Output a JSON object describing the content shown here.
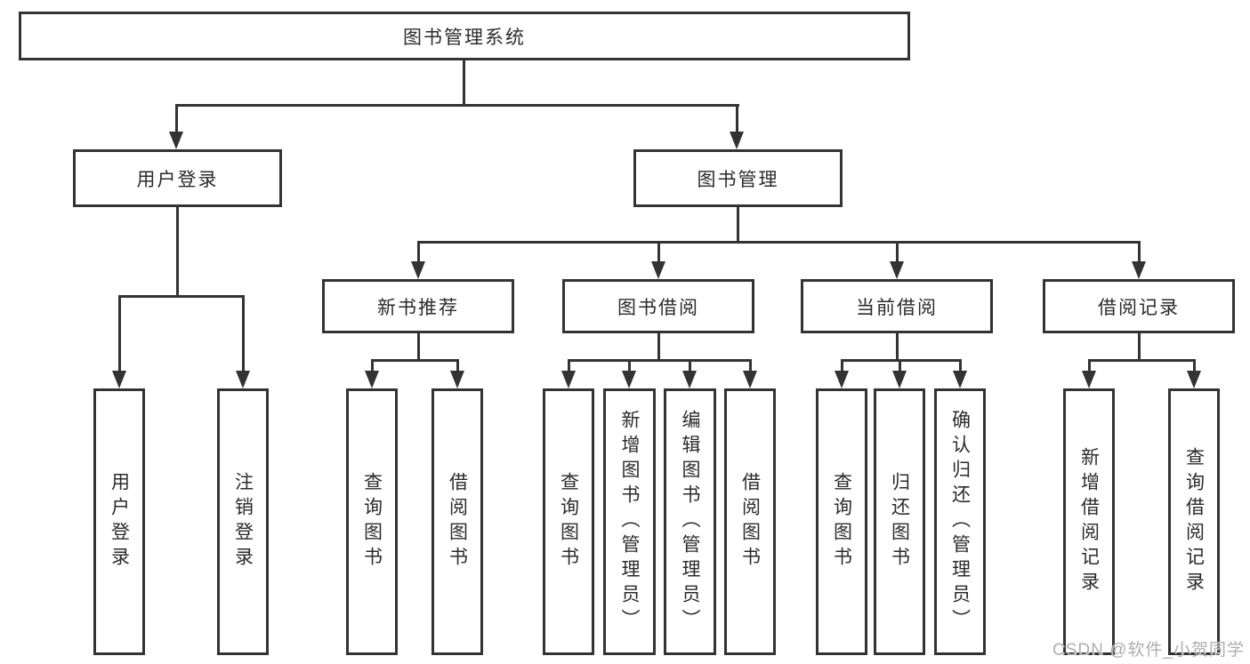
{
  "style": {
    "line_color": "#333333",
    "text_color": "#2b2b2b",
    "background_color": "#ffffff",
    "watermark_color": "#aeaeae"
  },
  "tree": {
    "root": {
      "label": "图书管理系统",
      "children": [
        {
          "label": "用户登录",
          "children": [
            {
              "label": "用户登录"
            },
            {
              "label": "注销登录"
            }
          ]
        },
        {
          "label": "图书管理",
          "children": [
            {
              "label": "新书推荐",
              "children": [
                {
                  "label": "查询图书"
                },
                {
                  "label": "借阅图书"
                }
              ]
            },
            {
              "label": "图书借阅",
              "children": [
                {
                  "label": "查询图书"
                },
                {
                  "label": "新增图书（管理员）"
                },
                {
                  "label": "编辑图书（管理员）"
                },
                {
                  "label": "借阅图书"
                }
              ]
            },
            {
              "label": "当前借阅",
              "children": [
                {
                  "label": "查询图书"
                },
                {
                  "label": "归还图书"
                },
                {
                  "label": "确认归还（管理员）"
                }
              ]
            },
            {
              "label": "借阅记录",
              "children": [
                {
                  "label": "新增借阅记录"
                },
                {
                  "label": "查询借阅记录"
                }
              ]
            }
          ]
        }
      ]
    }
  },
  "watermark": {
    "text": "CSDN @软件_小贺同学"
  }
}
